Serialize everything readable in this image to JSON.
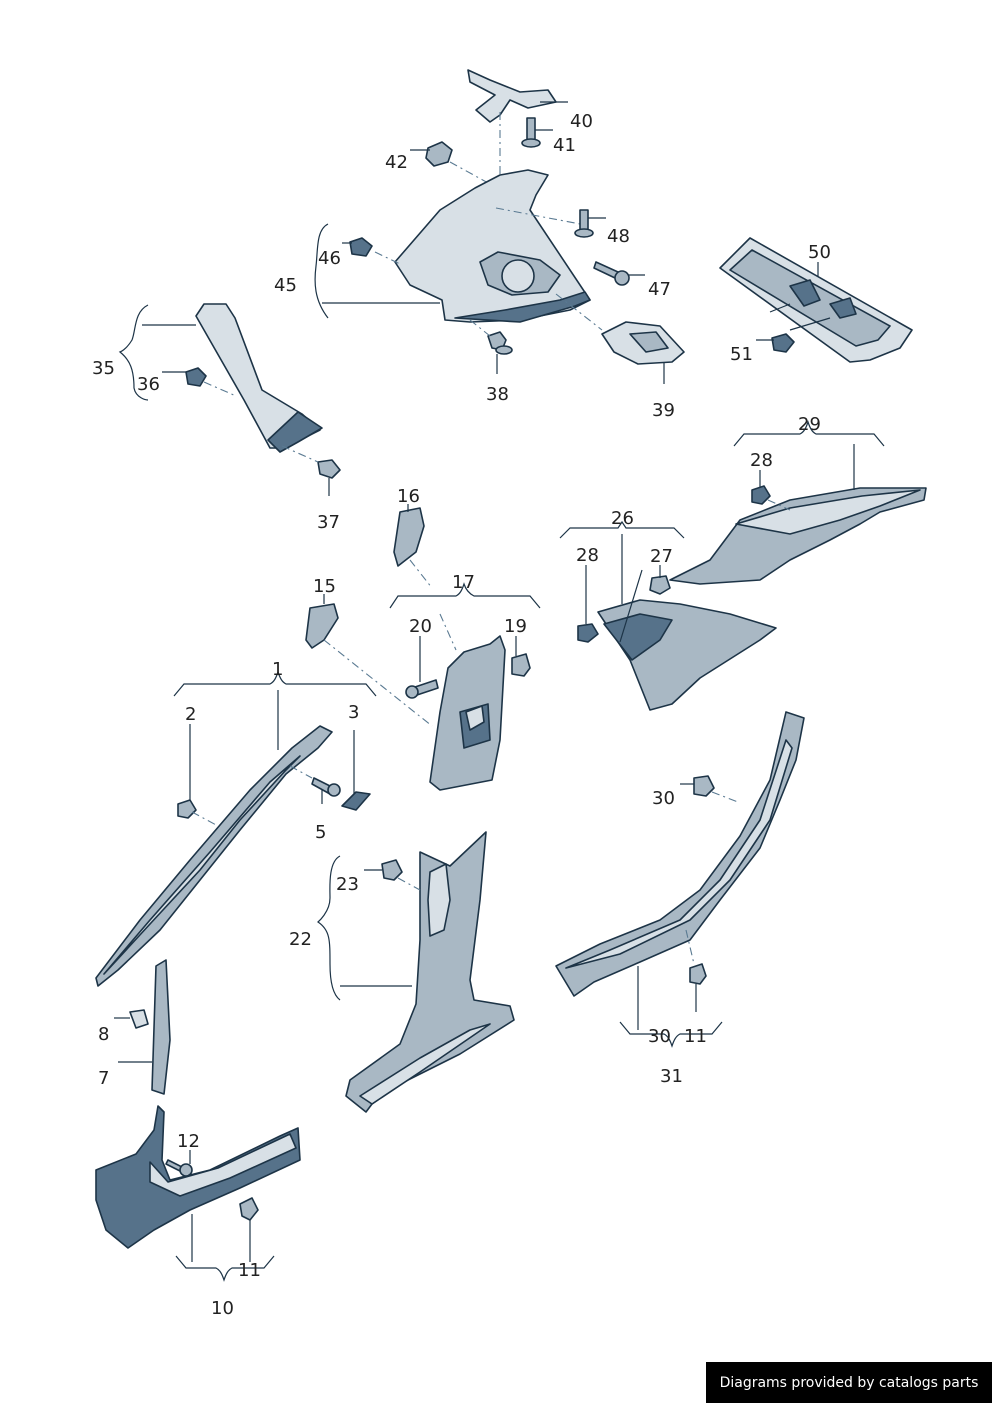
{
  "callouts": {
    "c1": "1",
    "c2": "2",
    "c3": "3",
    "c5": "5",
    "c7": "7",
    "c8": "8",
    "c10": "10",
    "c11a": "11",
    "c11b": "11",
    "c12": "12",
    "c15": "15",
    "c16": "16",
    "c17": "17",
    "c19": "19",
    "c20": "20",
    "c22": "22",
    "c23": "23",
    "c26": "26",
    "c27": "27",
    "c28a": "28",
    "c28b": "28",
    "c29": "29",
    "c30a": "30",
    "c30b": "30",
    "c31": "31",
    "c35": "35",
    "c36": "36",
    "c37": "37",
    "c38": "38",
    "c39": "39",
    "c40": "40",
    "c41": "41",
    "c42": "42",
    "c45": "45",
    "c46": "46",
    "c47": "47",
    "c48": "48",
    "c50": "50",
    "c51": "51"
  },
  "footer": {
    "text": "Diagrams provided by catalogs parts"
  },
  "colors": {
    "part_light": "#d8e0e6",
    "part_mid": "#a9b8c4",
    "part_dark": "#56728a",
    "outline": "#1d3447"
  }
}
